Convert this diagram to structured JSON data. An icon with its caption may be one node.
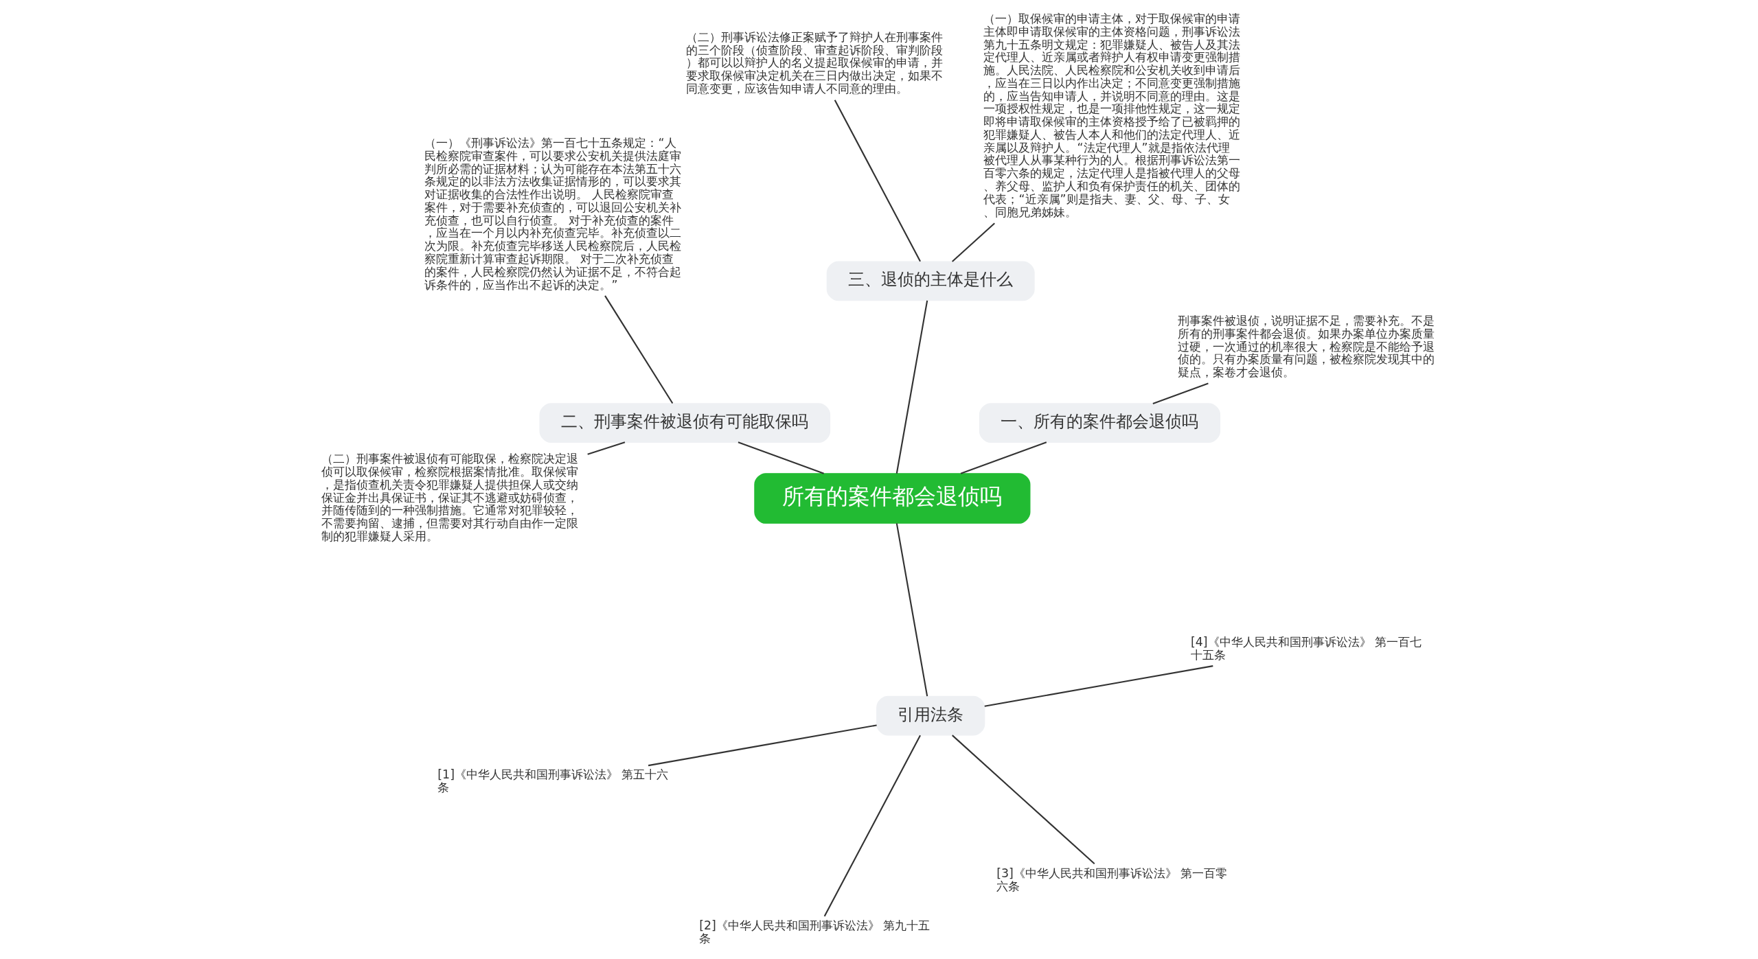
{
  "diagram": {
    "nodes": [
      {
        "text": [
          "所有的案件都会退侦吗"
        ]
      },
      {
        "text": [
          "一、所有的案件都会退侦吗"
        ]
      },
      {
        "text": [
          "刑事案件被退侦，说明证据不足，需要补充。不是所有的刑事案件都会退侦。如果办案单位办案质量过硬，一次通过的机率很大，检察院是不能给予退侦的。只有办案质量有问题，被检察院发现其中的疑点，案卷才会退侦。"
        ]
      },
      {
        "text": [
          "三、退侦的主体是什么"
        ]
      },
      {
        "text": [
          "（一）取保候审的申请主体，对于取保候审的申请主体即申请取保候审的主体资格问题，刑事诉讼法第九十五条明文规定：犯罪嫌疑人、被告人及其法定代理人、近亲属或者辩护人有权申请变更强制措施。人民法院、人民检察院和公安机关收到申请后，应当在三日以内作出决定；不同意变更强制措施的，应当告知申请人，并说明不同意的理由。这是一项授权性规定，也是一项排他性规定，这一规定即将申请取保候审的主体资格授予给了已被羁押的犯罪嫌疑人、被告人本人和他们的法定代理人、近亲属以及辩护人。“法定代理人”就是指依法代理被代理人从事某种行为的人。根据刑事诉讼法第一百零六条的规定，法定代理人是指被代理人的父母、养父母、监护人和负有保护责任的机关、团体的代表；“近亲属”则是指夫、妻、父、母、子、女、同胞兄弟姊妹。"
        ]
      },
      {
        "text": [
          "（二）刑事诉讼法修正案赋予了辩护人在刑事案件的三个阶段（侦查阶段、审查起诉阶段、审判阶段）都可以以辩护人的名义提起取保候审的申请，并要求取保候审决定机关在三日内做出决定，如果不同意变更，应该告知申请人不同意的理由。"
        ]
      },
      {
        "text": [
          "二、刑事案件被退侦有可能取保吗"
        ]
      },
      {
        "text": [
          "（一）《刑事诉讼法》第一百七十五条规定：“人民检察院审查案件，可以要求公安机关提供法庭审判所必需的证据材料；认为可能存在本法第五十六条规定的以非法方法收集证据情形的，可以要求其对证据收集的合法性作出说明。 人民检察院审查案件，对于需要补充侦查的，可以退回公安机关补充侦查，也可以自行侦查。 对于补充侦查的案件，应当在一个月以内补充侦查完毕。补充侦查以二次为限。补充侦查完毕移送人民检察院后，人民检察院重新计算审查起诉期限。 对于二次补充侦查的案件，人民检察院仍然认为证据不足，不符合起诉条件的，应当作出不起诉的决定。”"
        ]
      },
      {
        "text": [
          "（二）刑事案件被退侦有可能取保，检察院决定退侦可以取保候审，检察院根据案情批准。取保候审，是指侦查机关责令犯罪嫌疑人提供担保人或交纳保证金并出具保证书，保证其不逃避或妨碍侦查，并随传随到的一种强制措施。它通常对犯罪较轻，不需要拘留、逮捕，但需要对其行动自由作一定限制的犯罪嫌疑人采用。"
        ]
      },
      {
        "text": [
          "引用法条"
        ]
      },
      {
        "text": [
          "[1]《中华人民共和国刑事诉讼法》 第五十六条"
        ]
      },
      {
        "text": [
          "[2]《中华人民共和国刑事诉讼法》 第九十五条"
        ]
      },
      {
        "text": [
          "[3]《中华人民共和国刑事诉讼法》 第一百零六条"
        ]
      },
      {
        "text": [
          "[4]《中华人民共和国刑事诉讼法》 第一百七十五条"
        ]
      }
    ],
    "edges": [
      {
        "from": 0,
        "to": 1,
        "arrow": "none"
      },
      {
        "from": 1,
        "to": 2,
        "arrow": "none"
      },
      {
        "from": 0,
        "to": 3,
        "arrow": "none"
      },
      {
        "from": 3,
        "to": 4,
        "arrow": "none"
      },
      {
        "from": 3,
        "to": 5,
        "arrow": "none"
      },
      {
        "from": 0,
        "to": 6,
        "arrow": "none"
      },
      {
        "from": 6,
        "to": 7,
        "arrow": "none"
      },
      {
        "from": 6,
        "to": 8,
        "arrow": "none"
      },
      {
        "from": 0,
        "to": 9,
        "arrow": "none"
      },
      {
        "from": 9,
        "to": 10,
        "arrow": "none"
      },
      {
        "from": 9,
        "to": 11,
        "arrow": "none"
      },
      {
        "from": 9,
        "to": 12,
        "arrow": "none"
      },
      {
        "from": 9,
        "to": 13,
        "arrow": "none"
      }
    ]
  }
}
